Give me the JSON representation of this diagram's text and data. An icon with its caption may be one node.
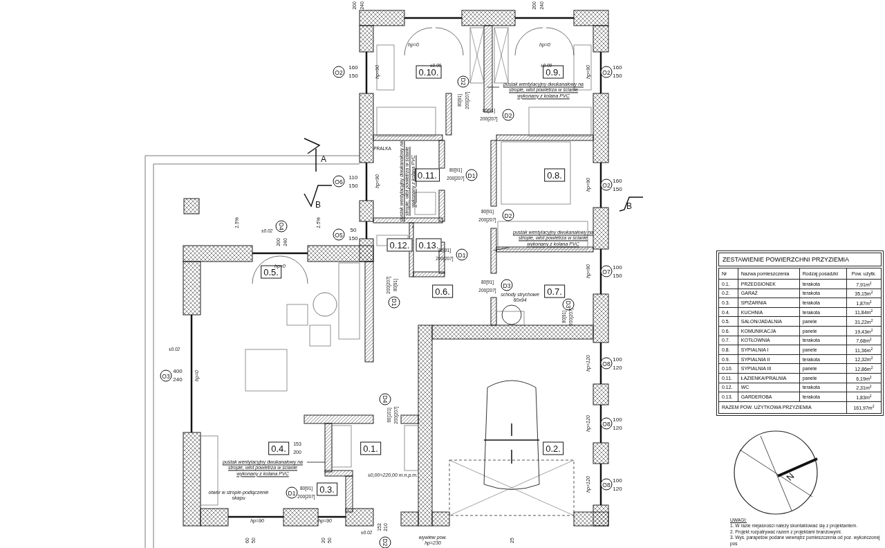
{
  "diagram": {
    "nodes": [
      {
        "text": [
          "O2"
        ]
      },
      {
        "text": [
          "0.10."
        ]
      },
      {
        "text": [
          "D2"
        ]
      },
      {
        "text": [
          "pustak wentylacyjny dwukanałowy na stropie, wlot powietrza w ścianie wykonany z kolana PVC"
        ]
      },
      {
        "text": [
          "D2"
        ]
      },
      {
        "text": [
          "0.9."
        ]
      },
      {
        "text": [
          "O2"
        ]
      },
      {
        "text": [
          "0.11."
        ]
      },
      {
        "text": [
          "D1"
        ]
      },
      {
        "text": [
          "O6"
        ]
      },
      {
        "text": [
          "pustak wentylacyjny dwukanałowy na stropie, wlot powietrza w ścianie wykonany z kolana PVC"
        ]
      },
      {
        "text": [
          "0.8."
        ]
      },
      {
        "text": [
          "O2"
        ]
      },
      {
        "text": [
          "D2"
        ]
      },
      {
        "text": [
          "pustak wentylacyjny dwukanałowy na stropie, wlot powietrza w ścianie wykonany z kolana PVC"
        ]
      },
      {
        "text": [
          "O5"
        ]
      },
      {
        "text": [
          "O4"
        ]
      },
      {
        "text": [
          "0.12."
        ]
      },
      {
        "text": [
          "0.13."
        ]
      },
      {
        "text": [
          "D1"
        ]
      },
      {
        "text": [
          "0.5."
        ]
      },
      {
        "text": [
          "D1"
        ]
      },
      {
        "text": [
          "0.6."
        ]
      },
      {
        "text": [
          "D3"
        ]
      },
      {
        "text": [
          "0.7."
        ]
      },
      {
        "text": [
          "D3"
        ]
      },
      {
        "text": [
          "O7"
        ]
      },
      {
        "text": [
          "O3"
        ]
      },
      {
        "text": [
          "O8"
        ]
      },
      {
        "text": [
          "D4"
        ]
      },
      {
        "text": [
          "0.4."
        ]
      },
      {
        "text": [
          "0.1."
        ]
      },
      {
        "text": [
          "0.2."
        ]
      },
      {
        "text": [
          "O8"
        ]
      },
      {
        "text": [
          "pustak wentylacyjny dwukanałowy na stropie, wlot powietrza w ścianie wykonany z kolana PVC"
        ]
      },
      {
        "text": [
          "D1"
        ]
      },
      {
        "text": [
          "0.3."
        ]
      },
      {
        "text": [
          "O8"
        ]
      },
      {
        "text": [
          "D2"
        ]
      }
    ],
    "edges": [
      {
        "from": 3,
        "to": null,
        "arrow": "none"
      },
      {
        "from": 10,
        "to": null,
        "arrow": "none"
      },
      {
        "from": 14,
        "to": null,
        "arrow": "none"
      },
      {
        "from": 34,
        "to": null,
        "arrow": "none"
      }
    ],
    "labels": [
      "200",
      "240",
      "200",
      "240",
      "hp=0",
      "hp=0",
      "±0.00",
      "±0.00",
      "160",
      "150",
      "hp=90",
      "160",
      "150",
      "hp=90",
      "80[91]",
      "200[207]",
      "80[91]",
      "200[207]",
      "PRALKA",
      "110",
      "150",
      "hp=90",
      "80[91]",
      "200[207]",
      "A",
      "160",
      "150",
      "hp=90",
      "B",
      "B",
      "1.5%",
      "1.5%",
      "±0.02",
      "200",
      "240",
      "50",
      "150",
      "80[91]",
      "200[207]",
      "80[91]",
      "200[207]",
      "hp=0",
      "200[207]",
      "80[91]",
      "80[91]",
      "200[207]",
      "schody strychowe 60x94",
      "80[91]",
      "200[207]",
      "100",
      "150",
      "hp=90",
      "±0.02",
      "400",
      "240",
      "hp=0",
      "100",
      "120",
      "hp=120",
      "100",
      "120",
      "hp=120",
      "100",
      "120",
      "hp=120",
      "153",
      "200",
      "90[101]",
      "200[207]",
      "±0,00=220,00 m.n.p.m.",
      "80[91]",
      "200[207]",
      "otwór w stropie-podłączenie okapu",
      "hp=90",
      "hp=90",
      "60",
      "50",
      "20",
      "50",
      "±0.02",
      "152",
      "210",
      "wywiew pow. hp=230",
      "25",
      "N",
      "ZESTAWIENIE POWIERZCHNI PRZYZIEMIA",
      "Nr",
      "Nazwa pomieszczenia",
      "Rodzaj posadzki",
      "Pow. użytk.",
      "0.1.",
      "PRZEDSIONEK",
      "terakota",
      "7,91m$^{2}$",
      "0.2.",
      "GARAŻ",
      "terakota",
      "35,15m$^{2}$",
      "0.3.",
      "SPIŻARNIA",
      "terakota",
      "1,87m$^{2}$",
      "0.4.",
      "KUCHNIA",
      "terakota",
      "11,84m$^{2}$",
      "0.5.",
      "SALON/JADALNIA",
      "panele",
      "31,22m$^{2}$",
      "0.6.",
      "KOMUNIKACJA",
      "panele",
      "19,43m$^{2}$",
      "0.7.",
      "KOTŁOWNIA",
      "terakota",
      "7,68m$^{2}$",
      "0.8.",
      "SYPIALNIA I",
      "panele",
      "11,36m$^{2}$",
      "0.9.",
      "SYPIALNIA II",
      "terakota",
      "12,32m$^{2}$",
      "0.10.",
      "SYPIALNIA III",
      "panele",
      "12,86m$^{2}$",
      "0.11.",
      "ŁAZIENKA/PRALNIA",
      "panele",
      "6,19m$^{2}$",
      "0.12.",
      "WC",
      "terakota",
      "2,31m$^{2}$",
      "0.13.",
      "GARDEROBA",
      "terakota",
      "1,83m$^{2}$",
      "RAZEM POW. UŻYTKOWA PRZYZIEMIA",
      "161,97m$^{2}$",
      "UWAGI:",
      "1. W razie niejasności należy skontaktować się z projektantem.",
      "2. Projekt rozpatrywać razem z projektami branżowymi.",
      "3. Wys. parapetów podane wewnątrz pomieszczenia od poz. wykończonej pos"
    ]
  }
}
